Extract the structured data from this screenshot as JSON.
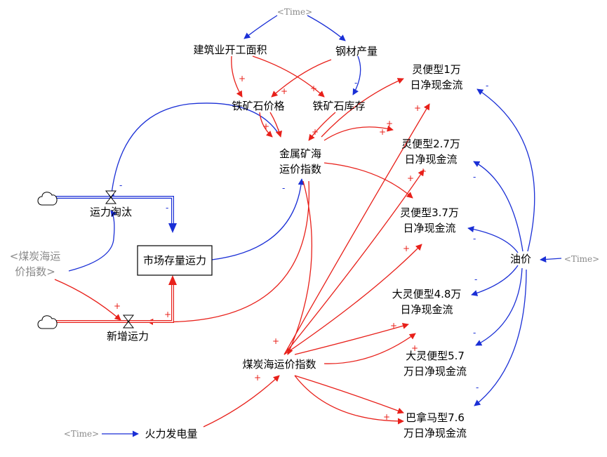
{
  "nodes": {
    "time_top": "<Time>",
    "construction": "建筑业开工面积",
    "steel": "钢材产量",
    "iron_price": "铁矿石价格",
    "iron_stock": "铁矿石库存",
    "metal_index_l1": "金属矿海",
    "metal_index_l2": "运价指数",
    "elim": "运力淘汰",
    "stock": "市场存量运力",
    "coal_shadow_l1": "<煤炭海运",
    "coal_shadow_l2": "价指数>",
    "new_cap": "新增运力",
    "coal_index": "煤炭海运价指数",
    "time_bottom": "<Time>",
    "thermal": "火力发电量",
    "time_right": "<Time>",
    "oil": "油价",
    "h1_l1": "灵便型1万",
    "h1_l2": "日净现金流",
    "h27_l1": "灵便型2.7万",
    "h27_l2": "日净现金流",
    "h37_l1": "灵便型3.7万",
    "h37_l2": "日净现金流",
    "s48_l1": "大灵便型4.8万",
    "s48_l2": "日净现金流",
    "s57_l1": "大灵便型5.7",
    "s57_l2": "万日净现金流",
    "p76_l1": "巴拿马型7.6",
    "p76_l2": "万日净现金流"
  },
  "polarity": {
    "plus": "+",
    "minus": "-"
  },
  "colors": {
    "positive": "#e8201a",
    "negative": "#1a2fd6",
    "shadow": "#8a8a8a",
    "text": "#000000"
  }
}
